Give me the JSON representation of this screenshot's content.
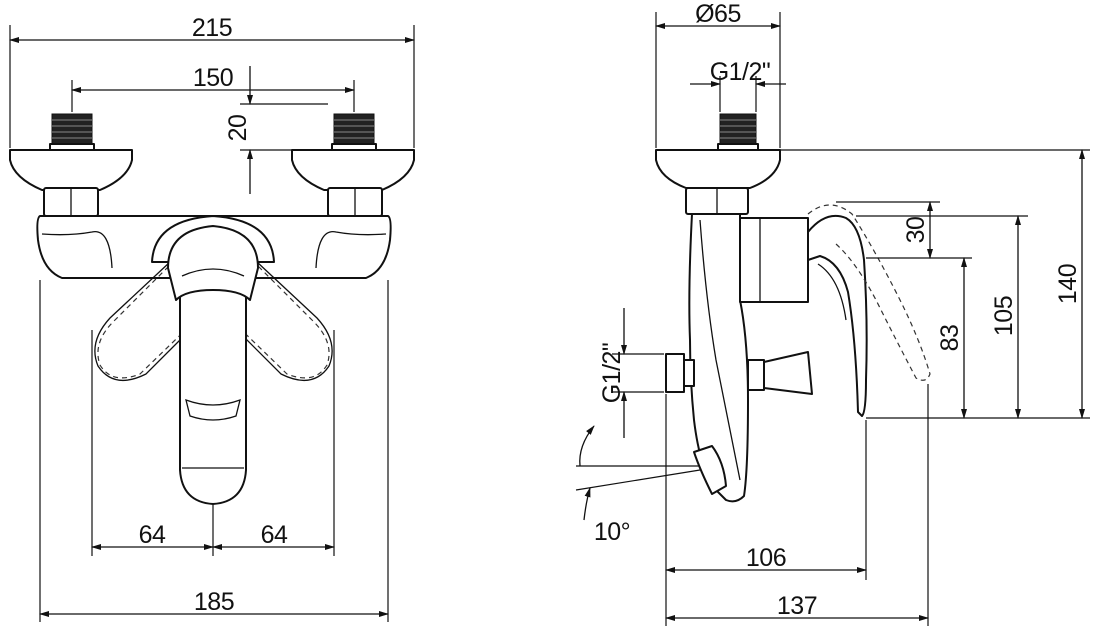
{
  "front_view": {
    "overall_width": "215",
    "inlet_spacing": "150",
    "inlet_height": "20",
    "left_offset": "64",
    "right_offset": "64",
    "body_width": "185"
  },
  "side_view": {
    "flange_diameter": "Ø65",
    "inlet_thread": "G1/2\"",
    "outlet_thread": "G1/2\"",
    "spout_angle": "10°",
    "lever_travel": "30",
    "lever_height": "83",
    "handle_height": "105",
    "overall_height": "140",
    "spout_depth": "106",
    "overall_depth": "137"
  }
}
